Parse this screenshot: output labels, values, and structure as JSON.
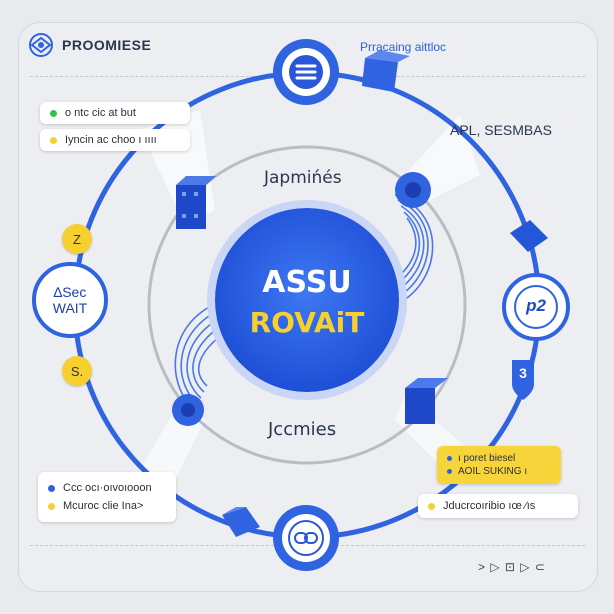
{
  "header": {
    "brand": "PROOMIESE",
    "caption": "Prracaing aittloc"
  },
  "cards": {
    "top_left": [
      "o ntc cic at but",
      "Iyncin ac choo ı ıııı"
    ],
    "bottom_left": [
      "Ccc ocı·oıvoıooon",
      "Mcuroc clie Ina>"
    ],
    "bottom_right_yellow": [
      "ı poret biesel",
      "AOIL SUKING ı"
    ],
    "bottom_right_white": "Jducrcoıribio ıœ ⁄ıs"
  },
  "labels": {
    "top_right": "APL, SESMBAS",
    "inner_top": "Japmińés",
    "inner_bottom": "Jccmies"
  },
  "center": {
    "line1": "ASSU",
    "line2": "ROVAiT"
  },
  "chips": {
    "upper": "Z",
    "lower": "S."
  },
  "left_node": [
    "∆Sec",
    "WAIT"
  ],
  "right_node": "p2",
  "right_badge": "3",
  "footer": "> ▷ ⊡ ▷ ⊂",
  "colors": {
    "primary_blue": "#2f63e0",
    "deep_blue": "#1f48c8",
    "yellow": "#f6d02f",
    "green_dot": "#35c24a",
    "background": "#e9eaee"
  }
}
